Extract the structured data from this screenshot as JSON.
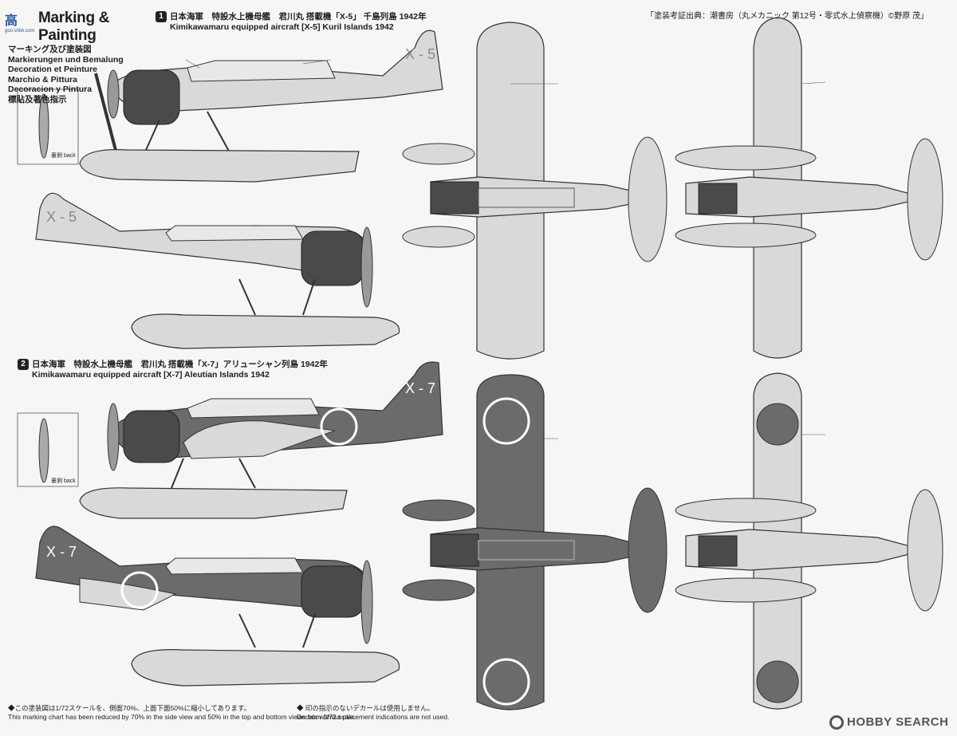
{
  "corner_logo": {
    "main": "高",
    "sub": "goo.shbk.com"
  },
  "header": {
    "title": "Marking & Painting",
    "subtitle_lines": [
      "マーキング及び塗装図",
      "Markierungen und Bemalung",
      "Decoration et Peinture",
      "Marchio & Pittura",
      "Decoracion y Pintura",
      "標貼及著色指示"
    ]
  },
  "credit": "「塗装考証出典：潮書房（丸メカニック 第12号・零式水上偵察機）©野原 茂」",
  "schemes": [
    {
      "number": "1",
      "title_jp": "日本海軍　特設水上機母艦　君川丸 搭載機「X-5」 千島列島 1942年",
      "title_en": "Kimikawamaru equipped aircraft [X-5] Kuril Islands 1942",
      "tail_code": "X-5"
    },
    {
      "number": "2",
      "title_jp": "日本海軍　特設水上機母艦　君川丸 搭載機「X-7」アリューシャン列島 1942年",
      "title_en": "Kimikawamaru equipped aircraft [X-7] Aleutian Islands 1942",
      "tail_code": "X-7"
    }
  ],
  "inset_back_label": "裏側 back",
  "footnotes": [
    "◆この塗装図は1/72スケールを、側面70%、上面下面50%に縮小してあります。",
    "This marking chart has been reduced by 70% in the side view and 50% in the top and bottom views from 1/72 scale.",
    "◆ 印の指示のないデカールは使用しません。",
    "Decals without placement indications are not used."
  ],
  "watermark": "HOBBY SEARCH",
  "colors": {
    "light_gray": "#d9d9d7",
    "dark_green": "#6b6b69",
    "cowl": "#4a4a48",
    "outline": "#333333"
  }
}
